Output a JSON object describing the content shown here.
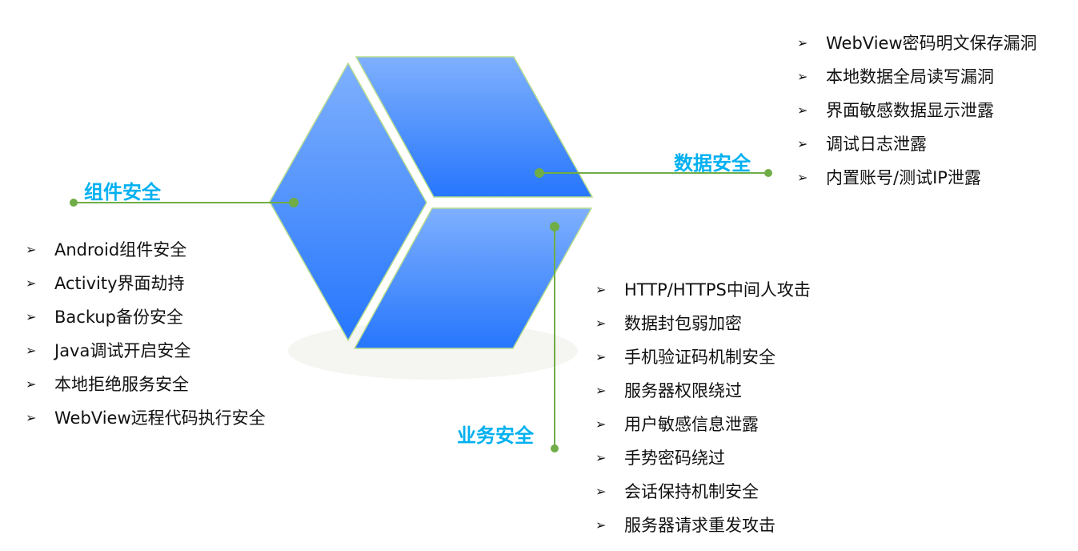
{
  "colors": {
    "face_top": "#7fb0fd",
    "face_bottom": "#2676fd",
    "connector": "#70ad47",
    "title": "#00b0f0"
  },
  "categories": [
    {
      "title": "组件安全",
      "items": [
        "Android组件安全",
        "Activity界面劫持",
        "Backup备份安全",
        "Java调试开启安全",
        "本地拒绝服务安全",
        "WebView远程代码执行安全"
      ]
    },
    {
      "title": "数据安全",
      "items": [
        "WebView密码明文保存漏洞",
        "本地数据全局读写漏洞",
        "界面敏感数据显示泄露",
        "调试日志泄露",
        "内置账号/测试IP泄露"
      ]
    },
    {
      "title": "业务安全",
      "items": [
        "HTTP/HTTPS中间人攻击",
        "数据封包弱加密",
        "手机验证码机制安全",
        "服务器权限绕过",
        "用户敏感信息泄露",
        "手势密码绕过",
        "会话保持机制安全",
        "服务器请求重发攻击"
      ]
    }
  ],
  "bullet": "➢"
}
